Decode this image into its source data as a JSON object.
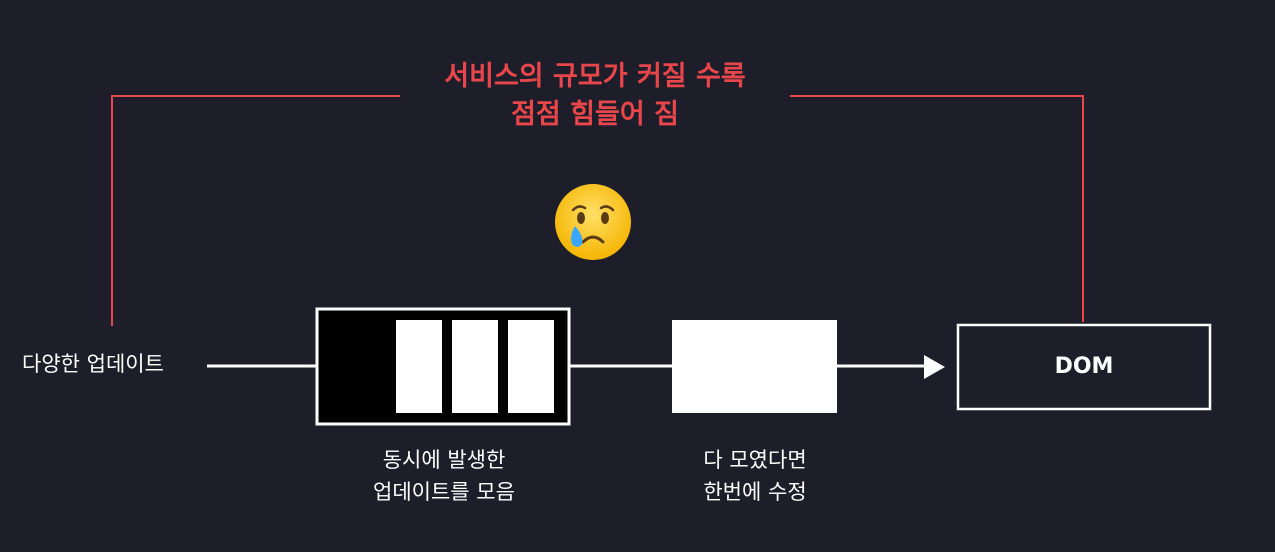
{
  "header": {
    "title_line1": "서비스의 규모가 커질 수록",
    "title_line2": "점점 힘들어 짐"
  },
  "emoji": {
    "icon": "crying-face-icon"
  },
  "labels": {
    "source": "다양한 업데이트",
    "queue_line1": "동시에 발생한",
    "queue_line2": "업데이트를 모음",
    "batch_line1": "다 모였다면",
    "batch_line2": "한번에 수정",
    "dom": "DOM"
  },
  "colors": {
    "background": "#1d1e29",
    "accent_red": "#e8464b",
    "foreground": "#ffffff"
  }
}
